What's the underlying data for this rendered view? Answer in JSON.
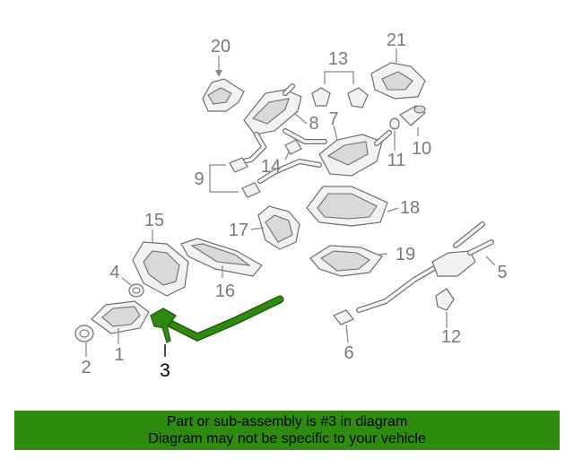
{
  "diagram": {
    "callouts": [
      {
        "label": "20"
      },
      {
        "label": "13"
      },
      {
        "label": "21"
      },
      {
        "label": "8"
      },
      {
        "label": "7"
      },
      {
        "label": "10"
      },
      {
        "label": "11"
      },
      {
        "label": "14"
      },
      {
        "label": "9"
      },
      {
        "label": "18"
      },
      {
        "label": "17"
      },
      {
        "label": "15"
      },
      {
        "label": "19"
      },
      {
        "label": "4"
      },
      {
        "label": "16"
      },
      {
        "label": "5"
      },
      {
        "label": "12"
      },
      {
        "label": "1"
      },
      {
        "label": "2"
      },
      {
        "label": "6"
      },
      {
        "label": "3"
      }
    ],
    "highlight_part": "3",
    "colors": {
      "highlight": "#2e8b10",
      "line": "#6e6e6e",
      "callout": "#7a7a7a"
    }
  },
  "footer": {
    "line1": "Part or sub-assembly is #3 in diagram",
    "line2": "Diagram may not be specific to your vehicle",
    "background": "#2e8b10"
  }
}
